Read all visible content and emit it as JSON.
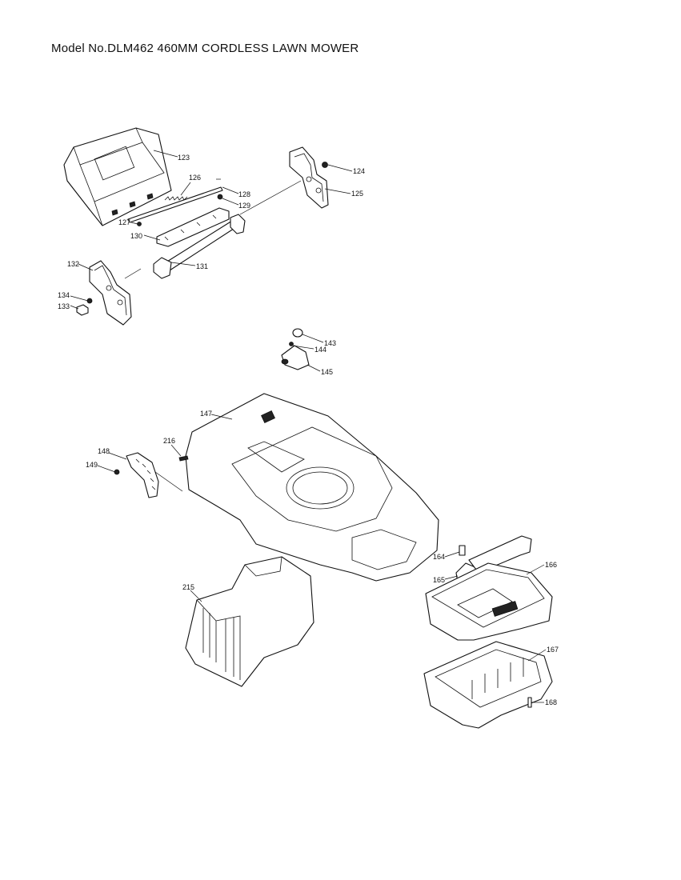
{
  "title": "Model No.DLM462 460MM CORDLESS LAWN MOWER",
  "parts": [
    {
      "id": "p123",
      "label": "123"
    },
    {
      "id": "p124",
      "label": "124"
    },
    {
      "id": "p125",
      "label": "125"
    },
    {
      "id": "p126",
      "label": "126"
    },
    {
      "id": "p127",
      "label": "127"
    },
    {
      "id": "p128",
      "label": "128"
    },
    {
      "id": "p129",
      "label": "129"
    },
    {
      "id": "p130",
      "label": "130"
    },
    {
      "id": "p131",
      "label": "131"
    },
    {
      "id": "p132",
      "label": "132"
    },
    {
      "id": "p133",
      "label": "133"
    },
    {
      "id": "p134",
      "label": "134"
    },
    {
      "id": "p143",
      "label": "143"
    },
    {
      "id": "p144",
      "label": "144"
    },
    {
      "id": "p145",
      "label": "145"
    },
    {
      "id": "p147",
      "label": "147"
    },
    {
      "id": "p148",
      "label": "148"
    },
    {
      "id": "p149",
      "label": "149"
    },
    {
      "id": "p164",
      "label": "164"
    },
    {
      "id": "p165",
      "label": "165"
    },
    {
      "id": "p166",
      "label": "166"
    },
    {
      "id": "p167",
      "label": "167"
    },
    {
      "id": "p168",
      "label": "168"
    },
    {
      "id": "p215",
      "label": "215"
    },
    {
      "id": "p216",
      "label": "216"
    }
  ]
}
